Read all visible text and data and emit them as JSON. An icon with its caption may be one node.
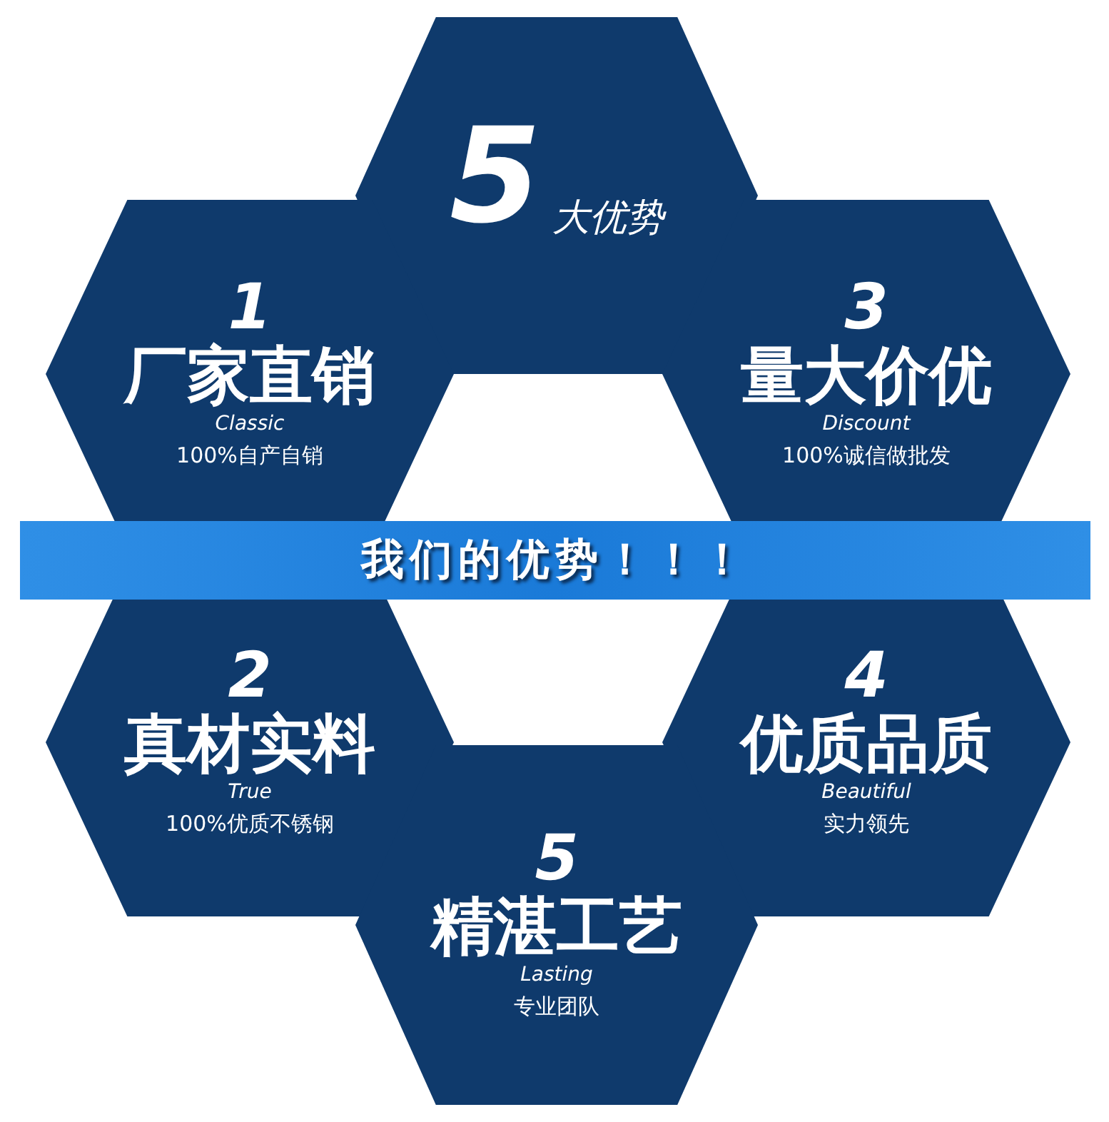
{
  "diagram": {
    "nodes": [
      {
        "text": [
          "5",
          "大优势"
        ]
      },
      {
        "text": [
          "1",
          "厂家直销",
          "Classic",
          "100%自产自销"
        ]
      },
      {
        "text": [
          "3",
          "量大价优",
          "Discount",
          "100%诚信做批发"
        ]
      },
      {
        "text": [
          "我们的优势！！！"
        ]
      },
      {
        "text": [
          "2",
          "真材实料",
          "True",
          "100%优质不锈钢"
        ]
      },
      {
        "text": [
          "4",
          "优质品质",
          "Beautiful",
          "实力领先"
        ]
      },
      {
        "text": [
          "5",
          "精湛工艺",
          "Lasting",
          "专业团队"
        ]
      }
    ]
  }
}
